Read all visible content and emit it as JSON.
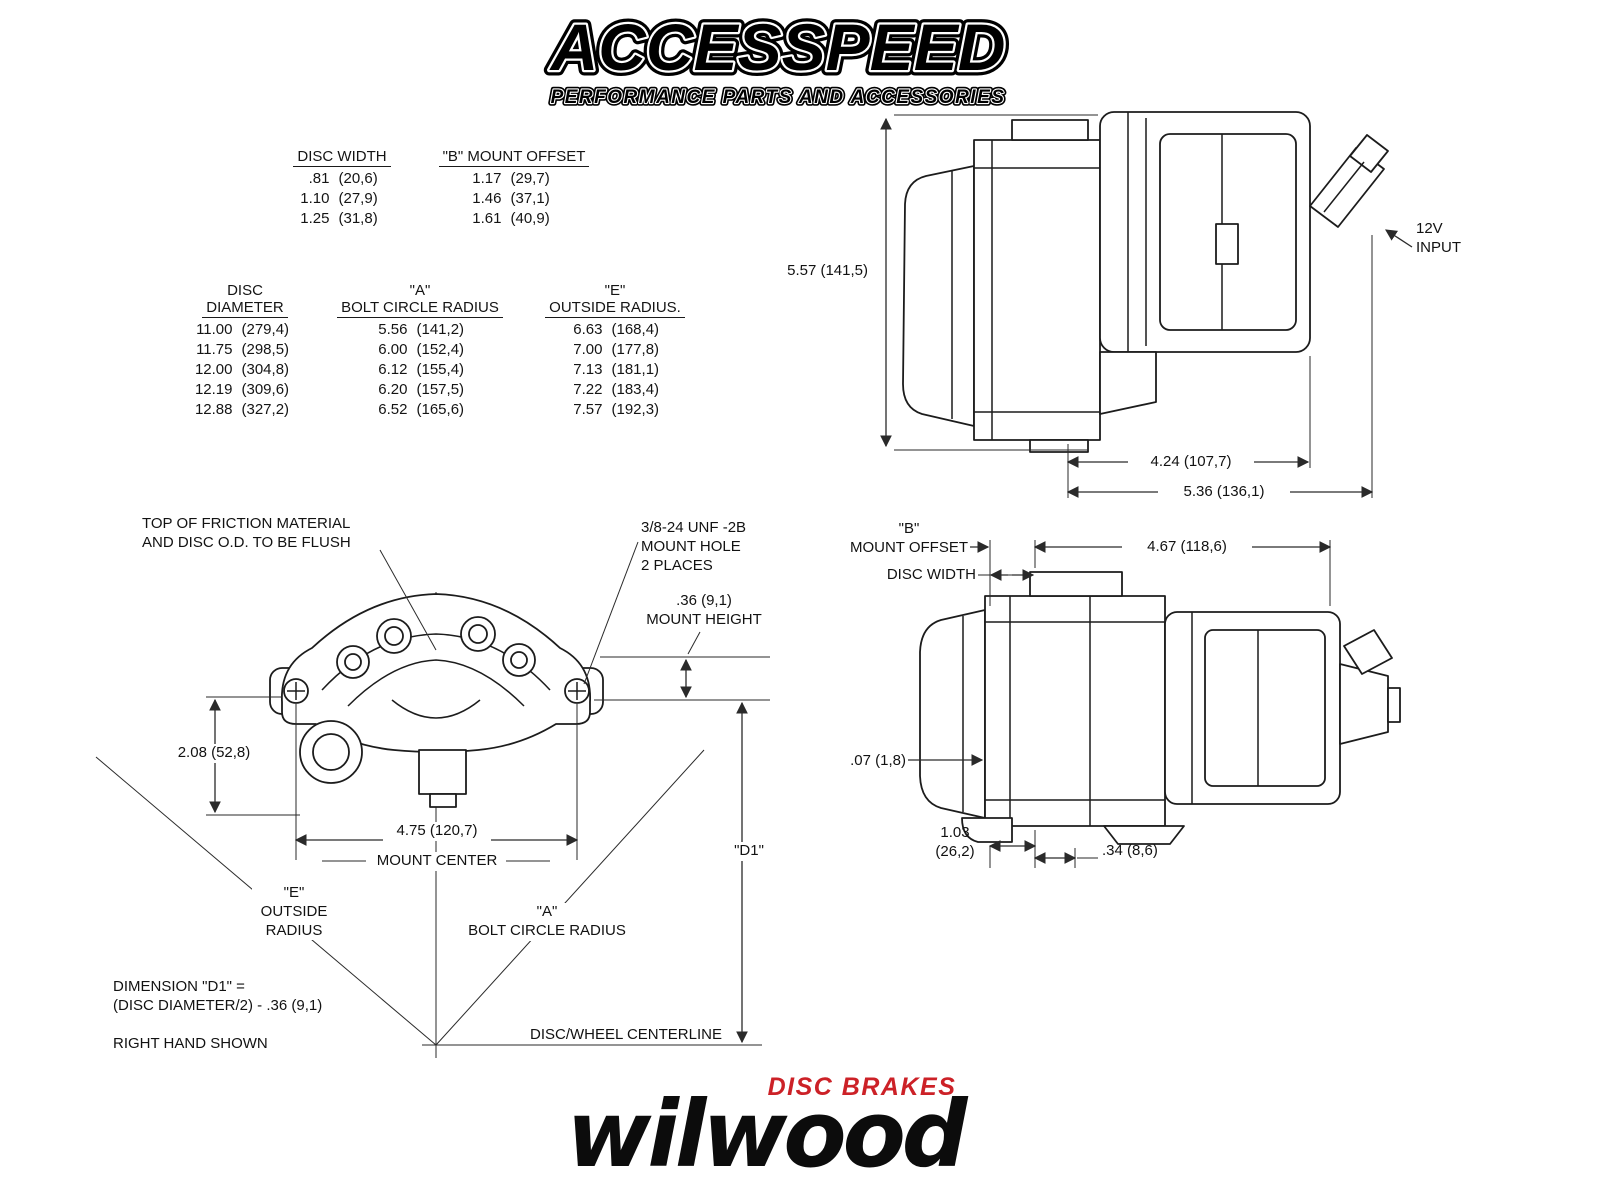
{
  "header": {
    "brand": "ACCESSPEED",
    "tagline": "PERFORMANCE PARTS AND ACCESSORIES"
  },
  "spec_tables": {
    "disc_width_table": {
      "headers": [
        "DISC WIDTH",
        "\"B\" MOUNT OFFSET"
      ],
      "rows": [
        [
          ".81",
          "(20,6)",
          "1.17",
          "(29,7)"
        ],
        [
          "1.10",
          "(27,9)",
          "1.46",
          "(37,1)"
        ],
        [
          "1.25",
          "(31,8)",
          "1.61",
          "(40,9)"
        ]
      ]
    },
    "disc_diameter_table": {
      "headers": [
        {
          "line1": "DISC",
          "line2": "DIAMETER"
        },
        {
          "line1": "\"A\"",
          "line2": "BOLT CIRCLE RADIUS"
        },
        {
          "line1": "\"E\"",
          "line2": "OUTSIDE RADIUS."
        }
      ],
      "rows": [
        [
          "11.00",
          "(279,4)",
          "5.56",
          "(141,2)",
          "6.63",
          "(168,4)"
        ],
        [
          "11.75",
          "(298,5)",
          "6.00",
          "(152,4)",
          "7.00",
          "(177,8)"
        ],
        [
          "12.00",
          "(304,8)",
          "6.12",
          "(155,4)",
          "7.13",
          "(181,1)"
        ],
        [
          "12.19",
          "(309,6)",
          "6.20",
          "(157,5)",
          "7.22",
          "(183,4)"
        ],
        [
          "12.88",
          "(327,2)",
          "6.52",
          "(165,6)",
          "7.57",
          "(192,3)"
        ]
      ]
    }
  },
  "side_view_top": {
    "height_dim": "5.57 (141,5)",
    "input_label": "12V\nINPUT",
    "width_dim_inner": "4.24 (107,7)",
    "width_dim_outer": "5.36 (136,1)"
  },
  "side_view_bottom": {
    "b_mount_offset": "\"B\"\nMOUNT OFFSET",
    "length_dim": "4.67 (118,6)",
    "disc_width_label": "DISC WIDTH",
    "pad_gap_dim": ".07 (1,8)",
    "offset_dim": "1.03\n(26,2)",
    "lug_dim": ".34 (8,6)"
  },
  "front_view": {
    "flush_note": "TOP OF FRICTION MATERIAL\nAND DISC O.D. TO BE FLUSH",
    "mount_hole_note": "3/8-24 UNF -2B\nMOUNT HOLE\n2 PLACES",
    "mount_height_dim": ".36 (9,1)\nMOUNT HEIGHT",
    "ear_height_dim": "2.08 (52,8)",
    "mount_center_dim": "4.75 (120,7)",
    "mount_center_label": "MOUNT CENTER",
    "e_label": "\"E\"\nOUTSIDE\nRADIUS",
    "a_label": "\"A\"\nBOLT CIRCLE RADIUS",
    "d1_label": "\"D1\"",
    "d1_note": "DIMENSION \"D1\" =\n(DISC DIAMETER/2) - .36 (9,1)",
    "hand_note": "RIGHT HAND SHOWN",
    "centerline_label": "DISC/WHEEL CENTERLINE"
  },
  "footer": {
    "disc_brakes": "DISC BRAKES",
    "brand": "wilwood",
    "accent_color": "#cc2127"
  }
}
